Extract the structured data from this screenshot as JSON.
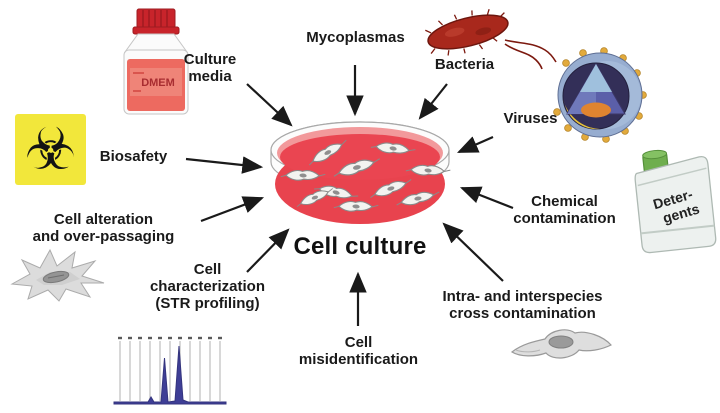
{
  "diagram": {
    "title": "Cell culture",
    "factors": [
      {
        "id": "culture-media",
        "label": "Culture\nmedia"
      },
      {
        "id": "mycoplasmas",
        "label": "Mycoplasmas"
      },
      {
        "id": "bacteria",
        "label": "Bacteria"
      },
      {
        "id": "viruses",
        "label": "Viruses"
      },
      {
        "id": "chemical-contamination",
        "label": "Chemical\ncontamination"
      },
      {
        "id": "cross-contamination",
        "label": "Intra- and interspecies\ncross contamination"
      },
      {
        "id": "cell-misidentification",
        "label": "Cell\nmisidentification"
      },
      {
        "id": "cell-characterization",
        "label": "Cell\ncharacterization\n(STR profiling)"
      },
      {
        "id": "cell-alteration",
        "label": "Cell alteration\nand over-passaging"
      },
      {
        "id": "biosafety",
        "label": "Biosafety"
      }
    ],
    "icon_texts": {
      "dmem_bottle_label": "DMEM",
      "detergent_line1": "Deter-",
      "detergent_line2": "gents",
      "biohazard_glyph": "☣"
    },
    "colors": {
      "medium_red": "#e8434e",
      "medium_pink": "#f2999b",
      "dish_rim_white": "#fcfcfc",
      "biohazard_yellow": "#f2e73b",
      "bacteria_red": "#a8281c",
      "virus_sphere_blue": "#97add0",
      "virus_capsid_purple": "#4b4487",
      "virus_core_orange": "#e08430",
      "detergent_green": "#6fae4e",
      "str_trace_blue": "#3e3e96",
      "cell_gray": "#dcdcdc",
      "text_black": "#1a1a1a"
    }
  }
}
